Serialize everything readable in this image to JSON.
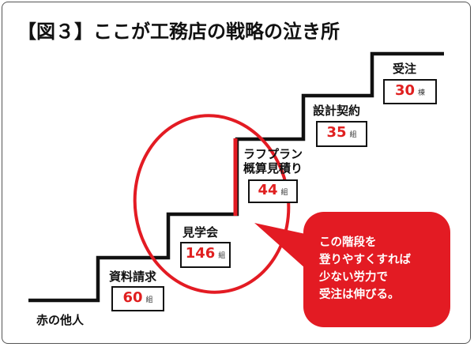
{
  "title": "【図３】ここが工務店の戦略の泣き所",
  "steps": [
    {
      "label": "赤の他人",
      "count": "",
      "unit": ""
    },
    {
      "label": "資料請求",
      "count": "60",
      "unit": "組"
    },
    {
      "label": "見学会",
      "count": "146",
      "unit": "組"
    },
    {
      "label": "ラフプラン\n概算見積り",
      "label_line1": "ラフプラン",
      "label_line2": "概算見積り",
      "count": "44",
      "unit": "組"
    },
    {
      "label": "設計契約",
      "count": "35",
      "unit": "組"
    },
    {
      "label": "受注",
      "count": "30",
      "unit": "棟"
    }
  ],
  "callout": {
    "lines": [
      "この階段を",
      "登りやすくすれば",
      "少ない労力で",
      "受注は伸びる。"
    ]
  },
  "colors": {
    "accent": "#e31b23",
    "number": "#e02020",
    "stairs": "#111111"
  }
}
